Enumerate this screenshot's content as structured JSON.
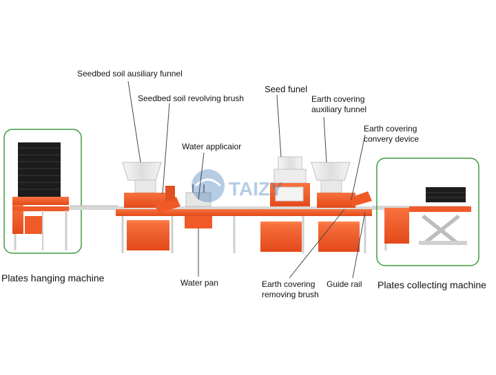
{
  "diagram": {
    "watermark": "TAIZY",
    "labels": {
      "seedbed_funnel": "Seedbed soil ausiliary funnel",
      "seedbed_brush": "Seedbed soil revolving brush",
      "water_applicator": "Water applicaior",
      "seed_funel": "Seed funel",
      "earth_cover_funnel": [
        "Earth covering",
        "auxiliary funnel"
      ],
      "earth_cover_convey": [
        "Earth covering",
        "convery device"
      ],
      "plates_hanging": "Plates hanging machine",
      "water_pan": "Water pan",
      "earth_cover_brush": [
        "Earth covering",
        "removing brush"
      ],
      "guide_rail": "Guide rail",
      "plates_collecting": "Plates collecting machine"
    },
    "colors": {
      "machine_orange": "#f05a28",
      "highlight_green": "#3c9a3c",
      "frame_steel": "#d6d6d6",
      "tray_black": "#1c1c1c",
      "hopper_white": "#eeeeee",
      "leader_line": "#444444"
    }
  }
}
